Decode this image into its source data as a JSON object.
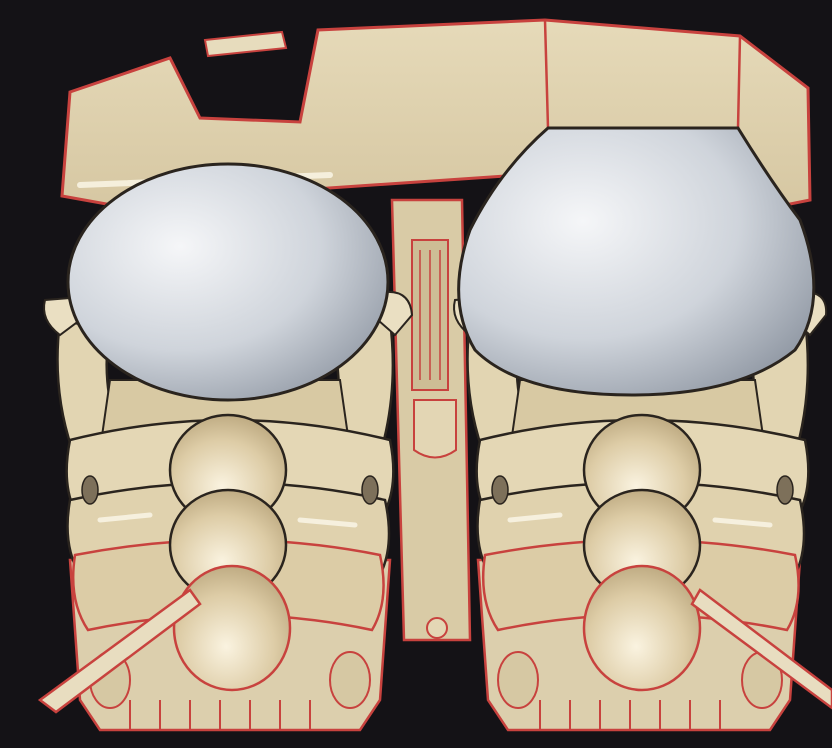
{
  "colors": {
    "background": "#141216",
    "panel_fill": "#ddd0ae",
    "panel_highlight": "#f3ecd6",
    "panel_shadow": "#bfae86",
    "outline_red": "#c8423e",
    "outline_dark": "#2a241e",
    "airbag_light": "#f3f4f6",
    "airbag_mid": "#c9ced6",
    "airbag_dark": "#8f97a3",
    "head_light": "#f4ead2",
    "head_dark": "#c3b087"
  },
  "elements": {
    "dashboard": "dashboard-panel",
    "center_console": "center-console",
    "airbag_left": "driver-airbag",
    "airbag_right": "passenger-airbag",
    "occupant_left": "driver-occupant",
    "occupant_right": "passenger-occupant",
    "seat_left": "driver-seat",
    "seat_right": "passenger-seat",
    "belt_left": "driver-seatbelt",
    "belt_right": "passenger-seatbelt"
  }
}
